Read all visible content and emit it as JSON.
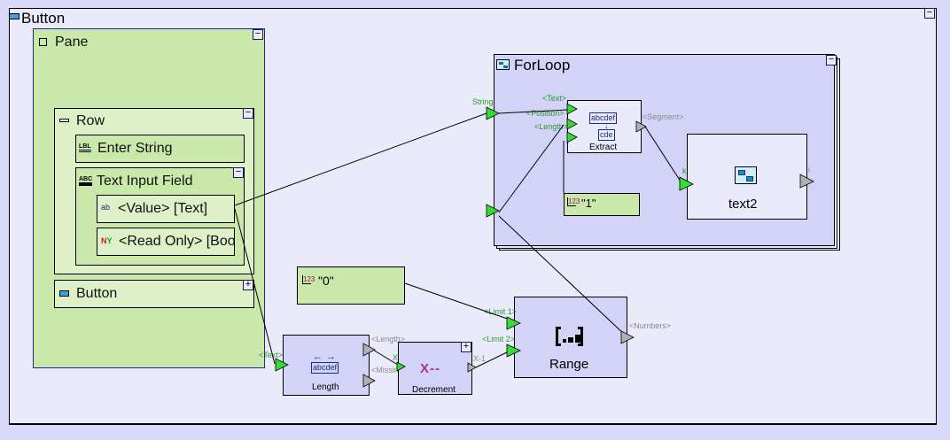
{
  "root": {
    "title": "Button",
    "collapse_symbol": "−"
  },
  "pane": {
    "title": "Pane",
    "collapse_symbol": "−"
  },
  "row": {
    "title": "Row",
    "collapse_symbol": "−"
  },
  "enter_string": {
    "title": "Enter String"
  },
  "text_input_field": {
    "title": "Text Input Field",
    "collapse_symbol": "−"
  },
  "value_field": {
    "title": "<Value> [Text]",
    "icon_text": "ab"
  },
  "read_only_field": {
    "title": "<Read Only> [Bool",
    "icon_text_n": "N",
    "icon_text_y": "Y"
  },
  "inner_button": {
    "title": "Button",
    "expand_symbol": "+"
  },
  "forloop": {
    "title": "ForLoop",
    "collapse_symbol": "−",
    "input_string_label": "String",
    "extract": {
      "title": "Extract",
      "icon_top": "abcdef",
      "icon_bottom": "cde",
      "port_text": "<Text>",
      "port_position": "<Position>",
      "port_length": "<Length>",
      "port_segment": "<Segment>"
    },
    "const_one": {
      "value": "\"1\"",
      "icon_text": "123"
    },
    "text2": {
      "title": "text2",
      "port_k": "k",
      "port_i": "i"
    }
  },
  "const_zero": {
    "value": "\"0\"",
    "icon_text": "123"
  },
  "length_node": {
    "title": "Length",
    "icon_text": "abcdef",
    "port_text": "<Text>",
    "port_length": "<Length>",
    "port_missing": "<Missing>"
  },
  "decrement_node": {
    "title": "Decrement",
    "icon_text": "X--",
    "port_x": "X",
    "port_x_minus_1": "X-1",
    "expand_symbol": "+"
  },
  "range_node": {
    "title": "Range",
    "port_limit1": "<Limit 1>",
    "port_limit2": "<Limit 2>",
    "port_numbers": "<Numbers>"
  },
  "colors": {
    "background": "#d8d8f8",
    "canvas": "#eaeafb",
    "pane_green": "#cbe8ab",
    "node_blue": "#d3d3f7",
    "port_green": "#33dd33",
    "port_grey": "#b0b0b0",
    "label_green": "#2a9a2a"
  }
}
